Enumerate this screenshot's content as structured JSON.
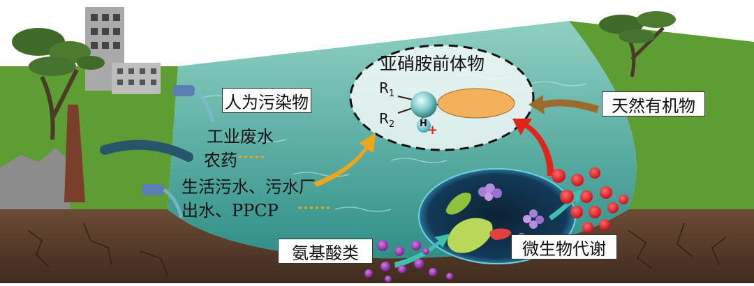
{
  "labels": {
    "anthropogenic": "人为污染物",
    "industrial_wastewater": "工业废水",
    "pesticides": "农药",
    "domestic_line1": "生活污水、污水厂",
    "domestic_line2": "出水、PPCP",
    "precursors": "亚硝胺前体物",
    "natural_organics": "天然有机物",
    "amino_acids": "氨基酸类",
    "microbial_metabolism": "微生物代谢"
  },
  "molecule": {
    "r1": "R",
    "r1_sub": "1",
    "r2": "R",
    "r2_sub": "2",
    "h": "H",
    "plus": "+"
  },
  "colors": {
    "water": "#5fb0a4",
    "grass": "#5e9c34",
    "soil": "#5b4130",
    "orange_blob": "#f2b15a",
    "red_dots": "#e8252a",
    "purple_dots": "#9b2fae",
    "nitrogen_atom": "#7cc8c6",
    "arrow_yellow": "#f2a51a",
    "arrow_red": "#e2231a",
    "arrow_brown": "#9a6b2c"
  }
}
